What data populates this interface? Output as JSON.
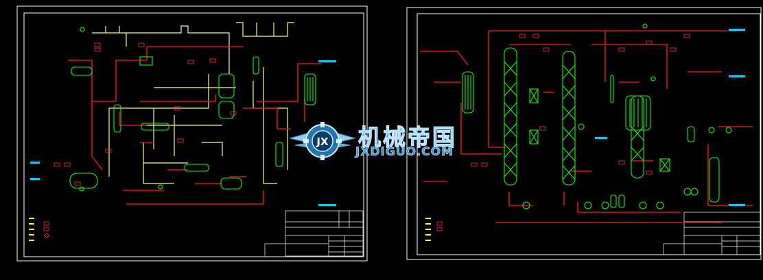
{
  "watermark": {
    "title": "机械帝国",
    "subtitle": "JXDIGUO.COM",
    "logo_letters": "JX"
  },
  "colors": {
    "background": "#000000",
    "frame": "#ffffff",
    "process_line": "#e01010",
    "utility_line": "#ffff66",
    "equipment": "#00ff00",
    "text": "#ffffff",
    "tag_box": "#ff3333",
    "accent": "#00ccff"
  }
}
